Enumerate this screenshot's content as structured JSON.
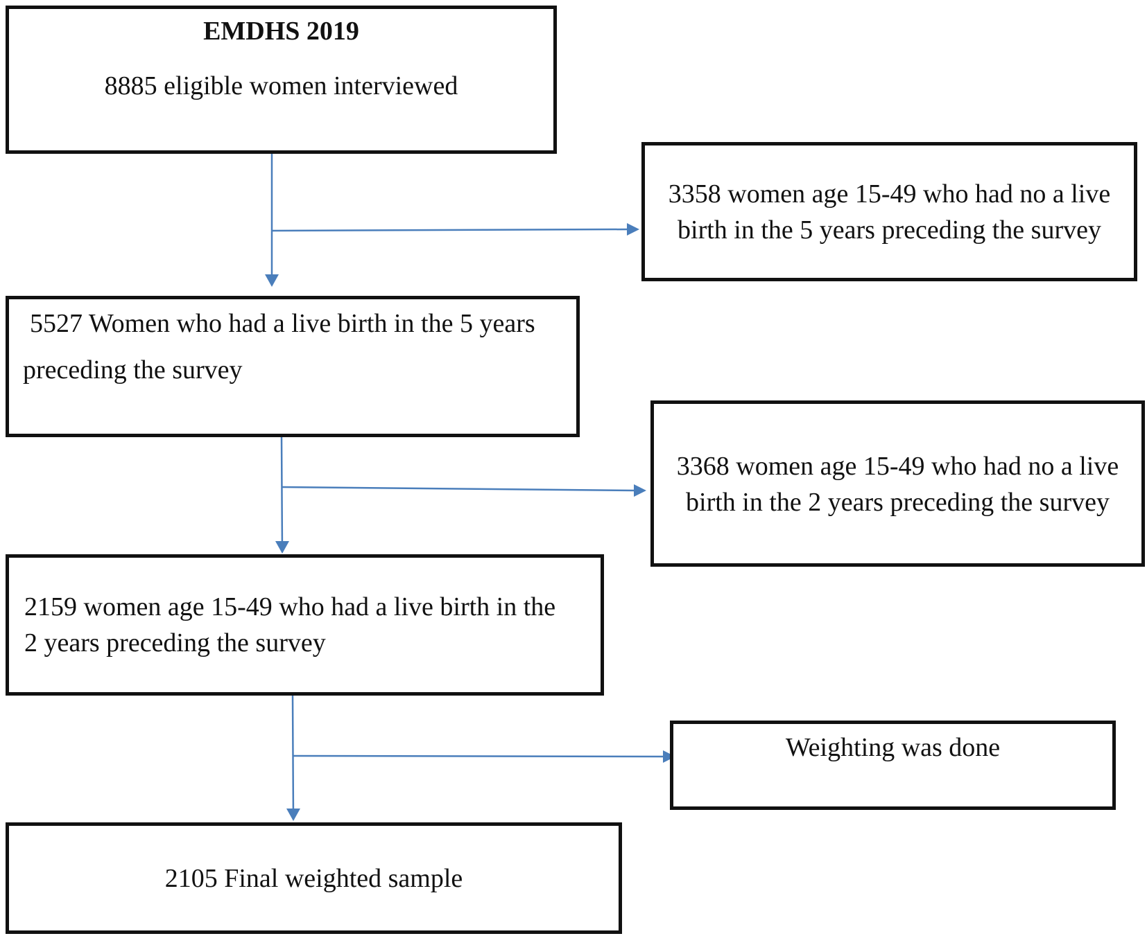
{
  "boxes": {
    "source": {
      "title": "EMDHS 2019",
      "line1": "8885 eligible women interviewed"
    },
    "excluded_1": {
      "line1": "3358 women age 15-49 who had no a live",
      "line2": "birth in the 5 years preceding the survey"
    },
    "step_1": {
      "line1": "5527 Women who had a live birth in the 5 years",
      "line2": "preceding the survey"
    },
    "excluded_2": {
      "line1": "3368 women age 15-49 who had no a live",
      "line2": "birth in the 2 years preceding the survey"
    },
    "step_2": {
      "line1": "2159 women age 15-49 who had a live birth in the",
      "line2": "2 years preceding the survey"
    },
    "weighting": {
      "line1": "Weighting was done"
    },
    "final": {
      "line1": "2105 Final weighted sample"
    }
  },
  "colors": {
    "arrow": "#4a7ebb",
    "border": "#111111"
  }
}
